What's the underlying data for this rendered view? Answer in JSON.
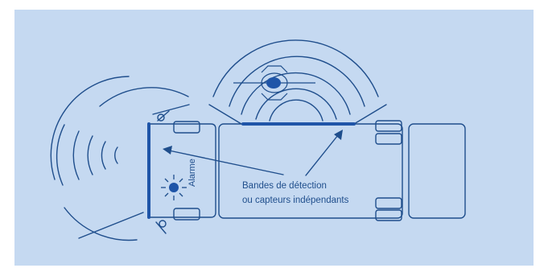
{
  "diagram": {
    "caption_line1": "Bandes de détection",
    "caption_line2": "ou capteurs indépendants",
    "alarm_label": "Alarme",
    "colors": {
      "background": "#c5d9f1",
      "stroke": "#1f4e8c",
      "accent": "#1f55a8"
    },
    "icons": [
      "sun-alarm-icon",
      "person-icon"
    ]
  }
}
